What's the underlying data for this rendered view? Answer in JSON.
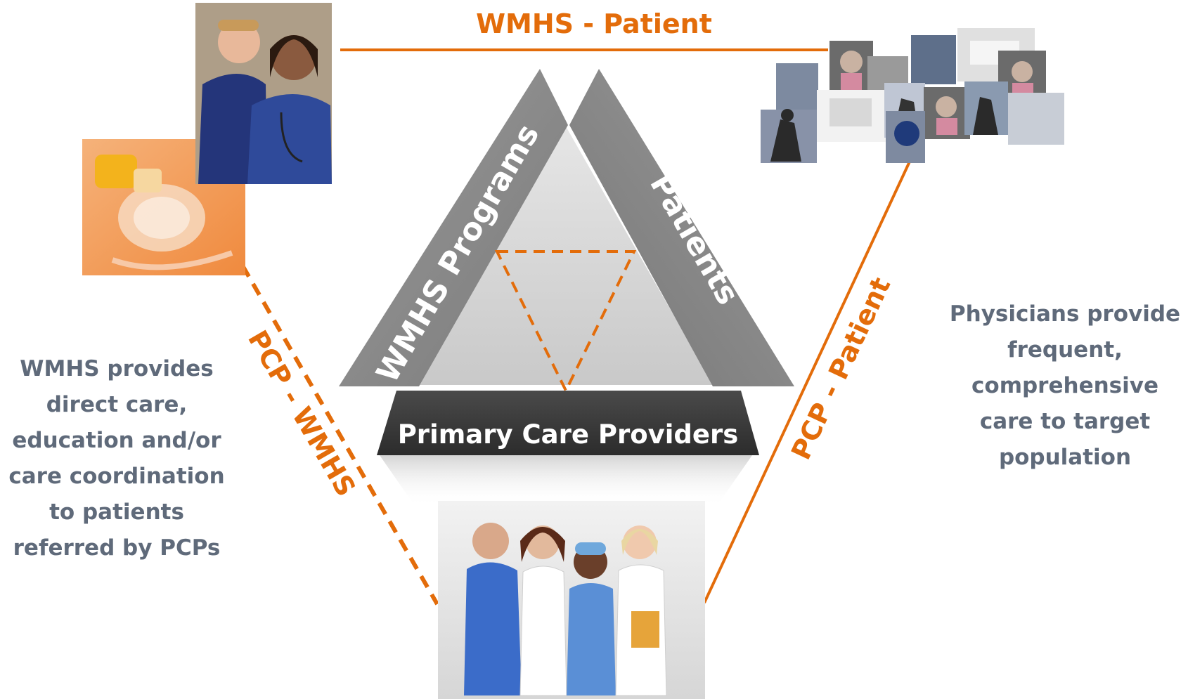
{
  "relationships": {
    "wmhs_patient": "WMHS - Patient",
    "pcp_wmhs": "PCP - WMHS",
    "pcp_patient": "PCP - Patient"
  },
  "triangle": {
    "left_arm": "WMHS Programs",
    "right_arm": "Patients",
    "base": "Primary Care Providers"
  },
  "descriptions": {
    "left": "WMHS provides\ndirect care,\neducation and/or\ncare coordination\nto patients\nreferred by PCPs",
    "right": "Physicians provide\nfrequent,\ncomprehensive\ncare to  target\npopulation"
  },
  "colors": {
    "accent_orange": "#e36c0a",
    "text_gray": "#5f6a7a",
    "arm_gray": "#8c8c8c",
    "base_dark": "#3a3a3a"
  }
}
